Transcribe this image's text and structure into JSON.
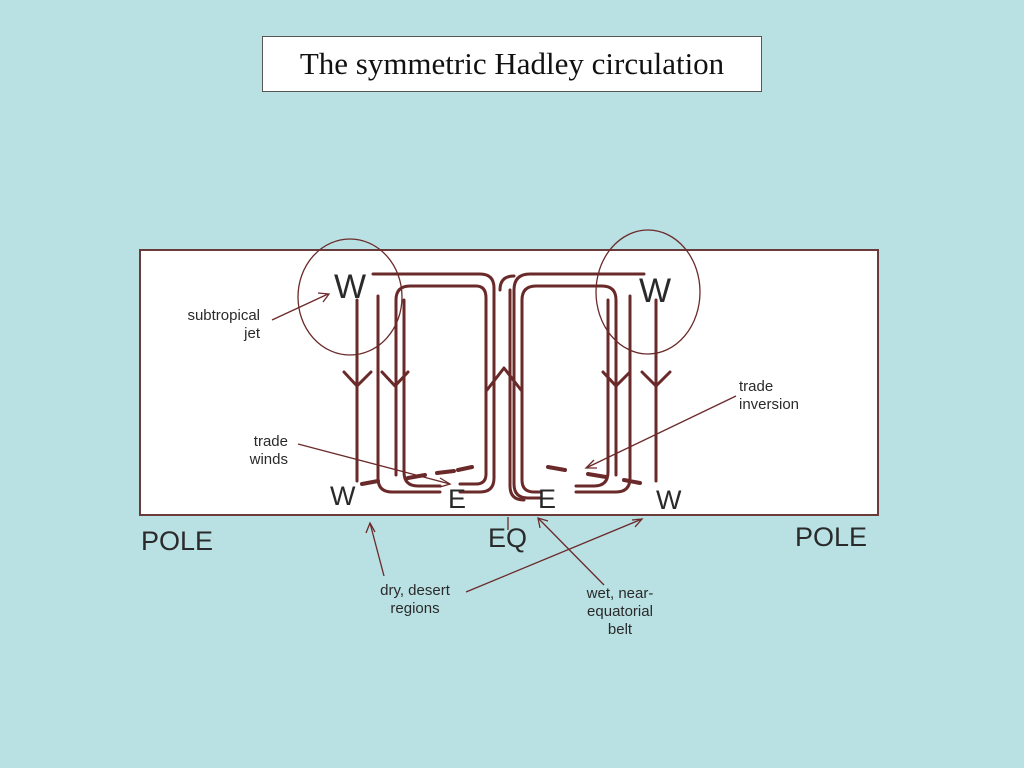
{
  "title": "The symmetric Hadley circulation",
  "colors": {
    "background": "#b9e0e3",
    "flow": "#6b2a2a",
    "frame": "#6b3a3a"
  },
  "letters": {
    "w_top_left": "W",
    "w_top_right": "W",
    "w_bottom_left": "W",
    "w_bottom_right": "W",
    "e_left": "E",
    "e_right": "E"
  },
  "axis": {
    "pole_left": "POLE",
    "eq": "EQ",
    "pole_right": "POLE"
  },
  "annotations": {
    "subtropical_jet": [
      "subtropical",
      "jet"
    ],
    "trade_winds": [
      "trade",
      "winds"
    ],
    "trade_inversion": [
      "trade",
      "inversion"
    ],
    "dry_desert": [
      "dry, desert",
      "regions"
    ],
    "wet_belt": [
      "wet, near-",
      "equatorial",
      "belt"
    ]
  }
}
